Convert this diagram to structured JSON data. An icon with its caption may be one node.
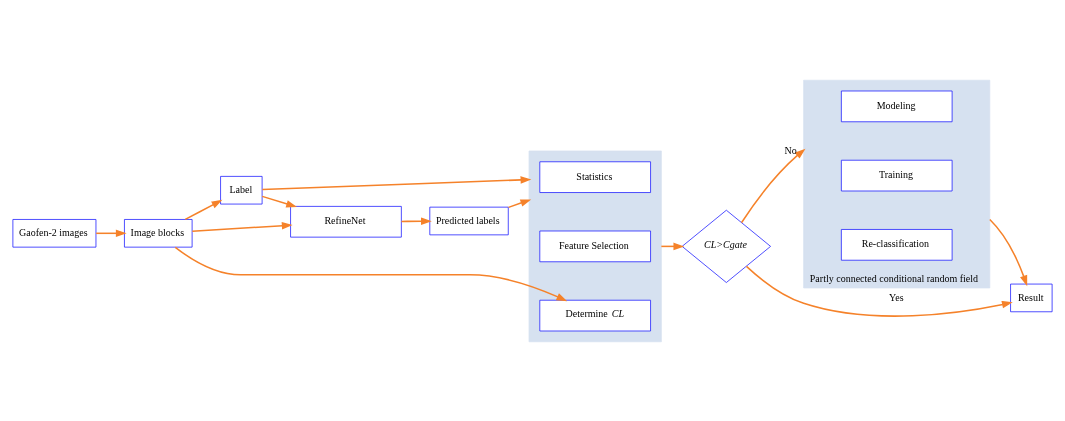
{
  "diagram": {
    "nodes": [
      {
        "text": [
          "Gaofen-2 images"
        ]
      },
      {
        "text": [
          "Image blocks"
        ]
      },
      {
        "text": [
          "Label"
        ]
      },
      {
        "text": [
          "RefineNet"
        ]
      },
      {
        "text": [
          "Predicted labels"
        ]
      },
      {
        "text": [],
        "shape": "box"
      },
      {
        "text": [
          "Statistics"
        ],
        "in": 5
      },
      {
        "text": [
          "Feature Selection"
        ],
        "in": 5
      },
      {
        "text": [
          "Determine *CL*"
        ],
        "in": 5
      },
      {
        "text": [
          "CL>Cgate"
        ]
      },
      {
        "text": [],
        "shape": "box",
        "beside": [
          "Partly connected conditional random field"
        ]
      },
      {
        "text": [
          "Modeling"
        ],
        "in": 10
      },
      {
        "text": [
          "Training"
        ],
        "in": 10
      },
      {
        "text": [
          "Re-classification"
        ],
        "in": 10
      },
      {
        "text": [
          "Result"
        ]
      }
    ],
    "edges": [
      {
        "from": 0,
        "to": 1,
        "arrow": "to"
      },
      {
        "from": 1,
        "to": 2,
        "arrow": "to"
      },
      {
        "from": 2,
        "to": 5,
        "arrow": "to"
      },
      {
        "from": 1,
        "to": 3,
        "arrow": "to"
      },
      {
        "from": 2,
        "to": 3,
        "arrow": "to"
      },
      {
        "from": 3,
        "to": 4,
        "arrow": "to"
      },
      {
        "from": 4,
        "to": 5,
        "arrow": "to"
      },
      {
        "from": 1,
        "to": 8,
        "arrow": "to"
      },
      {
        "from": 5,
        "to": 9,
        "arrow": "to"
      },
      {
        "from": 9,
        "to": 14,
        "arrow": "to",
        "label": "Yes"
      },
      {
        "from": 9,
        "to": 10,
        "arrow": "to",
        "label": "No"
      },
      {
        "from": 10,
        "to": 14,
        "arrow": "to"
      }
    ]
  }
}
